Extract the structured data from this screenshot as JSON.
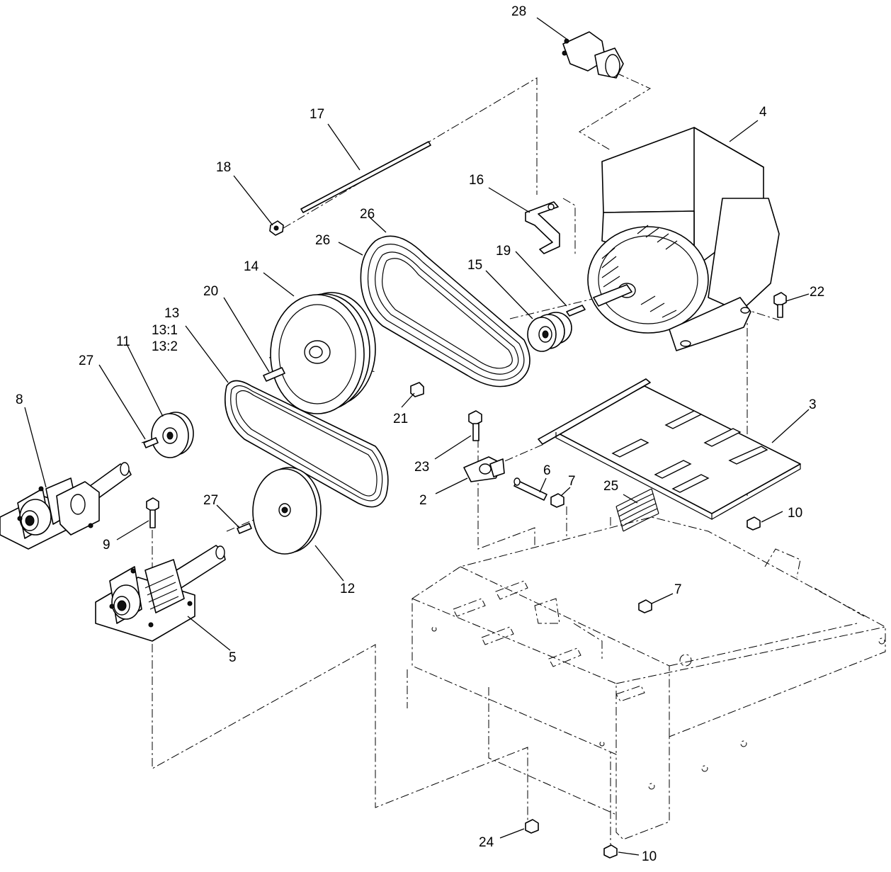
{
  "callouts": [
    {
      "key": "c28",
      "text": "28"
    },
    {
      "key": "c4",
      "text": "4"
    },
    {
      "key": "c17",
      "text": "17"
    },
    {
      "key": "c18",
      "text": "18"
    },
    {
      "key": "c16",
      "text": "16"
    },
    {
      "key": "c26a",
      "text": "26"
    },
    {
      "key": "c26b",
      "text": "26"
    },
    {
      "key": "c19",
      "text": "19"
    },
    {
      "key": "c15",
      "text": "15"
    },
    {
      "key": "c14",
      "text": "14"
    },
    {
      "key": "c22",
      "text": "22"
    },
    {
      "key": "c20",
      "text": "20"
    },
    {
      "key": "c13",
      "text": "13"
    },
    {
      "key": "c13_1",
      "text": "13:1"
    },
    {
      "key": "c13_2",
      "text": "13:2"
    },
    {
      "key": "c11",
      "text": "11"
    },
    {
      "key": "c27a",
      "text": "27"
    },
    {
      "key": "c8",
      "text": "8"
    },
    {
      "key": "c21",
      "text": "21"
    },
    {
      "key": "c3",
      "text": "3"
    },
    {
      "key": "c23",
      "text": "23"
    },
    {
      "key": "c6",
      "text": "6"
    },
    {
      "key": "c7a",
      "text": "7"
    },
    {
      "key": "c25",
      "text": "25"
    },
    {
      "key": "c2",
      "text": "2"
    },
    {
      "key": "c10a",
      "text": "10"
    },
    {
      "key": "c27b",
      "text": "27"
    },
    {
      "key": "c9",
      "text": "9"
    },
    {
      "key": "c12",
      "text": "12"
    },
    {
      "key": "c7b",
      "text": "7"
    },
    {
      "key": "c5",
      "text": "5"
    },
    {
      "key": "c24",
      "text": "24"
    },
    {
      "key": "c10b",
      "text": "10"
    }
  ]
}
